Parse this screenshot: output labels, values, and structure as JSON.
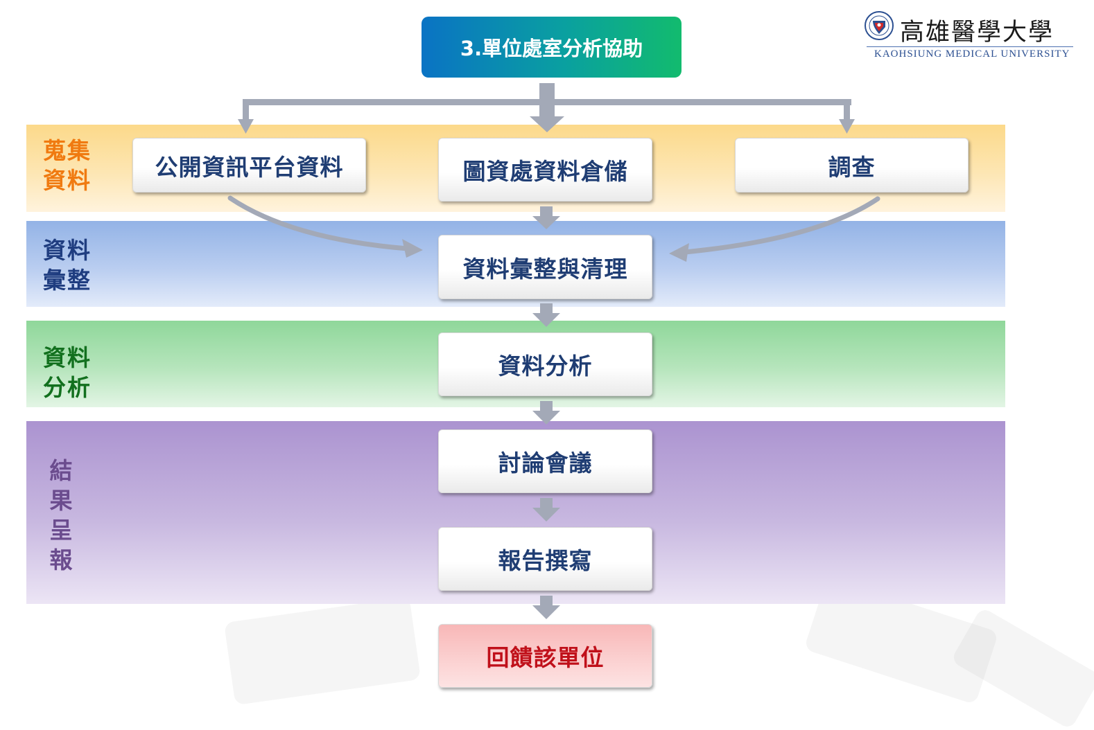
{
  "header": {
    "title": "3.單位處室分析協助",
    "logo_cn": "高雄醫學大學",
    "logo_en": "KAOHSIUNG MEDICAL UNIVERSITY"
  },
  "bands": {
    "collect": {
      "label": "蒐集\n資料",
      "color": "#f07a10"
    },
    "integrate": {
      "label": "資料\n彙整",
      "color": "#1f3d80"
    },
    "analyze": {
      "label": "資料\n分析",
      "color": "#12701e"
    },
    "report": {
      "label": "結\n果\n呈\n報",
      "color": "#6b4c8e"
    }
  },
  "boxes": {
    "public": "公開資訊平台資料",
    "warehouse": "圖資處資料倉儲",
    "survey": "調查",
    "cleaning": "資料彙整與清理",
    "analysis": "資料分析",
    "meeting": "討論會議",
    "writing": "報告撰寫",
    "feedback": "回饋該單位"
  },
  "colors": {
    "arrow": "#a3a9b7",
    "box_text": "#1f3d73",
    "feedback_text": "#c0101a"
  }
}
